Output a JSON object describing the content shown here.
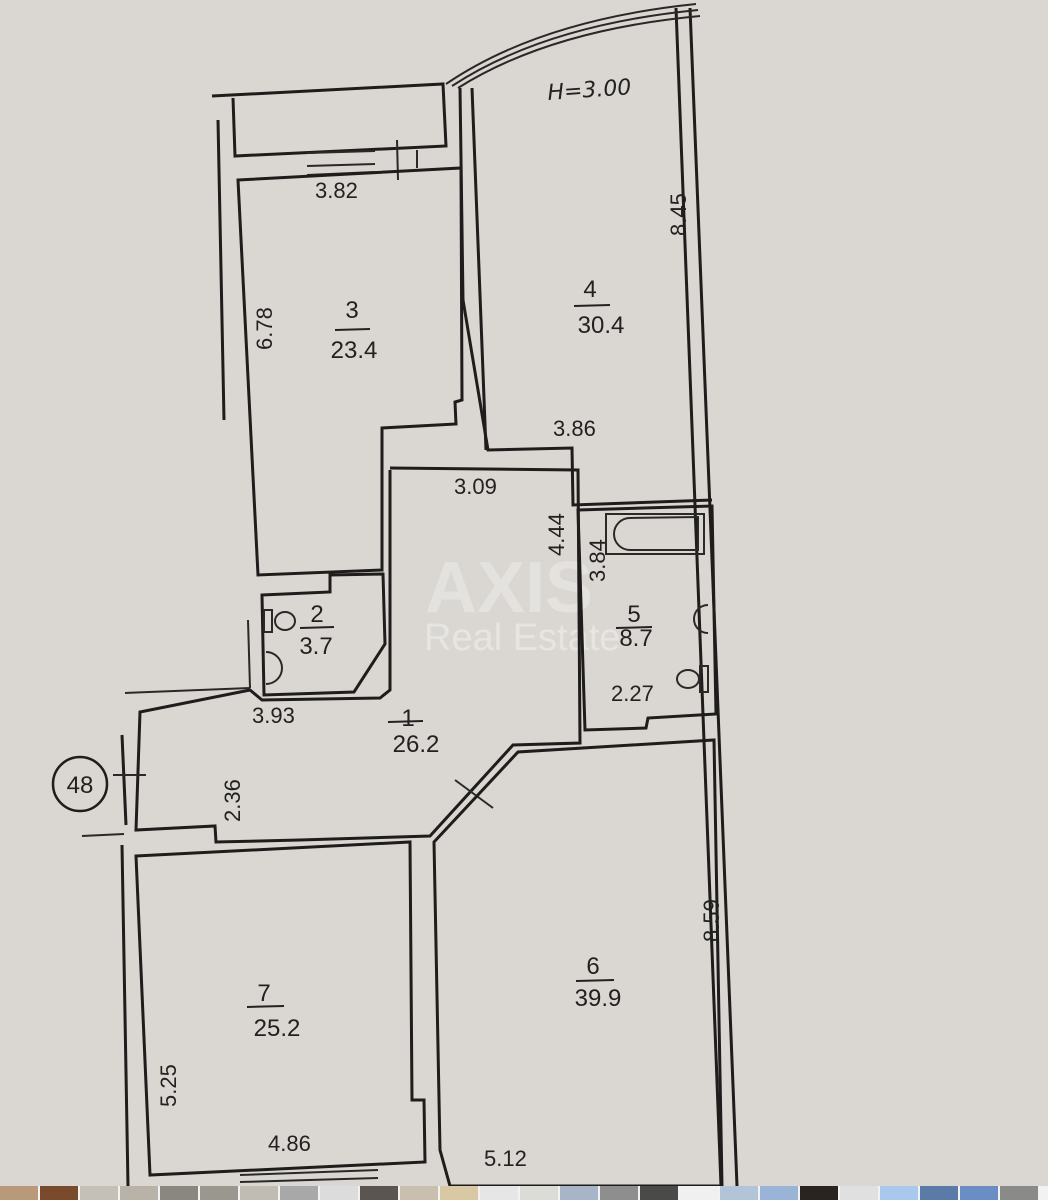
{
  "plan": {
    "ceiling_height": "H=3.00",
    "axis_marker": "48",
    "watermark": {
      "brand": "AXIS",
      "subtitle": "Real Estate"
    },
    "rooms": [
      {
        "id": "room-1",
        "number": "1",
        "area": "26.2"
      },
      {
        "id": "room-2",
        "number": "2",
        "area": "3.7"
      },
      {
        "id": "room-3",
        "number": "3",
        "area": "23.4"
      },
      {
        "id": "room-4",
        "number": "4",
        "area": "30.4"
      },
      {
        "id": "room-5",
        "number": "5",
        "area": "8.7"
      },
      {
        "id": "room-6",
        "number": "6",
        "area": "39.9"
      },
      {
        "id": "room-7",
        "number": "7",
        "area": "25.2"
      }
    ],
    "dimensions": {
      "d_3_82": "3.82",
      "d_6_78": "6.78",
      "d_8_45": "8.45",
      "d_3_86": "3.86",
      "d_3_09": "3.09",
      "d_4_44": "4.44",
      "d_3_84": "3.84",
      "d_2_27": "2.27",
      "d_3_93": "3.93",
      "d_2_36": "2.36",
      "d_8_59": "8.59",
      "d_5_25": "5.25",
      "d_4_86": "4.86",
      "d_5_12": "5.12"
    },
    "colors": {
      "paper": "#d9d6d2",
      "ink": "#1e1d1c"
    }
  },
  "thumbnails": [
    {
      "color": "#b89a7a"
    },
    {
      "color": "#7a4a2c"
    },
    {
      "color": "#c4c0b8"
    },
    {
      "color": "#b8b2a8"
    },
    {
      "color": "#8a8780"
    },
    {
      "color": "#9a978f"
    },
    {
      "color": "#c0bcb4"
    },
    {
      "color": "#a8a8a8"
    },
    {
      "color": "#dcdcdc"
    },
    {
      "color": "#5a5550"
    },
    {
      "color": "#c8bfae"
    },
    {
      "color": "#d8c9a4"
    },
    {
      "color": "#e6e6e6"
    },
    {
      "color": "#dcdcd6"
    },
    {
      "color": "#a8b4c8"
    },
    {
      "color": "#8e8e8e"
    },
    {
      "color": "#4a4a48"
    },
    {
      "color": "#f0f0f0"
    },
    {
      "color": "#b4c4d8"
    },
    {
      "color": "#9ab4d8"
    },
    {
      "color": "#2a2420"
    },
    {
      "color": "#e0e0e0"
    },
    {
      "color": "#a8c8ec"
    },
    {
      "color": "#5a7aa8"
    },
    {
      "color": "#6a8ec4"
    },
    {
      "color": "#8a8a88"
    }
  ]
}
